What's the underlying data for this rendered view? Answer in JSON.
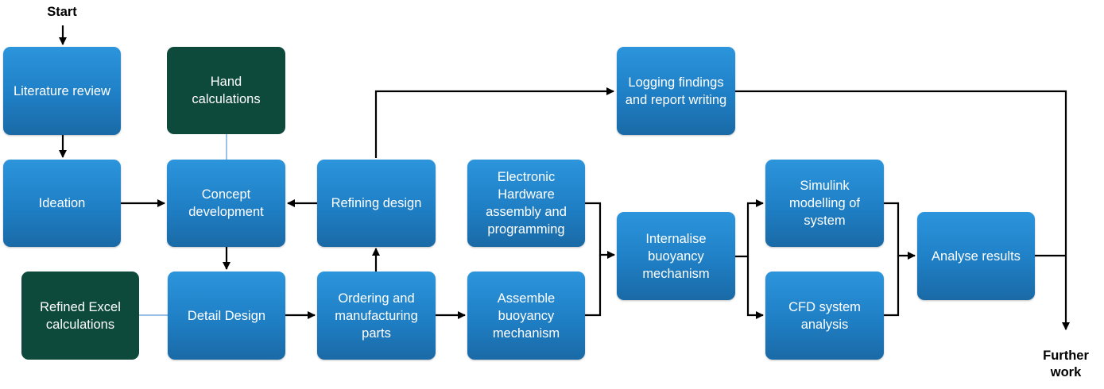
{
  "diagram": {
    "start_label": "Start",
    "end_label": "Further\nwork",
    "nodes": {
      "literature_review": "Literature review",
      "ideation": "Ideation",
      "hand_calculations": "Hand\ncalculations",
      "concept_development": "Concept\ndevelopment",
      "refined_excel": "Refined Excel\ncalculations",
      "detail_design": "Detail Design",
      "refining_design": "Refining design",
      "ordering_parts": "Ordering and\nmanufacturing\nparts",
      "logging_findings": "Logging findings\nand report writing",
      "electronic_hardware": "Electronic\nHardware\nassembly and\nprogramming",
      "assemble_buoyancy": "Assemble\nbuoyancy\nmechanism",
      "internalise_buoyancy": "Internalise\nbuoyancy\nmechanism",
      "simulink": "Simulink\nmodelling of\nsystem",
      "cfd_analysis": "CFD system\nanalysis",
      "analyse_results": "Analyse results"
    },
    "colors": {
      "process_box": "#1f7fc5",
      "calculation_box": "#0e4a3c",
      "arrow": "#000000",
      "link_line": "#5b9bd5"
    }
  }
}
